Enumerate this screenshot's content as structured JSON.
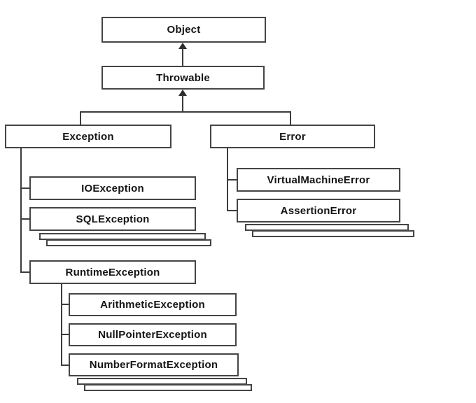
{
  "diagram": {
    "description": "Java exception class hierarchy",
    "colors": {
      "box_border": "#454545",
      "box_fill": "#ffffff",
      "text": "#141414",
      "line": "#3c3c3c",
      "background": "#ffffff"
    },
    "object": {
      "label": "Object"
    },
    "throwable": {
      "label": "Throwable"
    },
    "exception": {
      "label": "Exception",
      "children": {
        "io": {
          "label": "IOException"
        },
        "sql": {
          "label": "SQLException"
        },
        "runtime": {
          "label": "RuntimeException",
          "children": {
            "arithmetic": {
              "label": "ArithmeticException"
            },
            "null_pointer": {
              "label": "NullPointerException"
            },
            "number_format": {
              "label": "NumberFormatException"
            }
          }
        }
      }
    },
    "error": {
      "label": "Error",
      "children": {
        "virtual_machine": {
          "label": "VirtualMachineError"
        },
        "assertion": {
          "label": "AssertionError"
        }
      }
    }
  }
}
